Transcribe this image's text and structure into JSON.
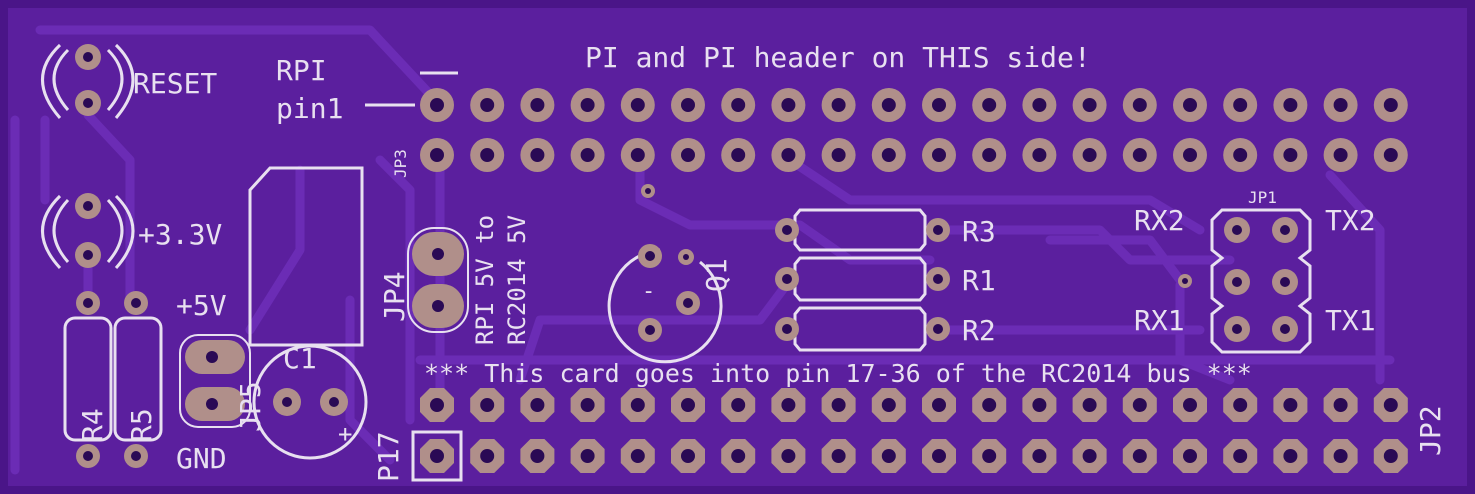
{
  "colors": {
    "board": "#5b1f9e",
    "trace": "#6a2bb3",
    "trace_edge": "#3e0f78",
    "pad": "#b08f8a",
    "hole": "#2a0a55",
    "silk": "#e8e0f0"
  },
  "labels": {
    "header_note": "PI and PI header on THIS side!",
    "rpi": "RPI",
    "pin1": "pin1",
    "reset": "RESET",
    "v33": "+3.3V",
    "v5": "+5V",
    "gnd": "GND",
    "r4": "R4",
    "r5": "R5",
    "c1": "C1",
    "c1_plus": "+",
    "jp3": "JP3",
    "jp4": "JP4",
    "jp5": "JP5",
    "jp1": "JP1",
    "jp2": "JP2",
    "p17": "P17",
    "q1": "Q1",
    "rpi_5v": "RPI 5V to",
    "rc2014_5v": "RC2014 5V",
    "r3": "R3",
    "r1": "R1",
    "r2": "R2",
    "rx2": "RX2",
    "tx2": "TX2",
    "rx1": "RX1",
    "tx1": "TX1",
    "bus_note": "*** This card goes into pin 17-36 of the RC2014 bus ***",
    "q1_minus": "-"
  },
  "headers": {
    "pi_columns": 20,
    "pi_rows": 2,
    "bus_columns": 20,
    "bus_rows": 2
  }
}
